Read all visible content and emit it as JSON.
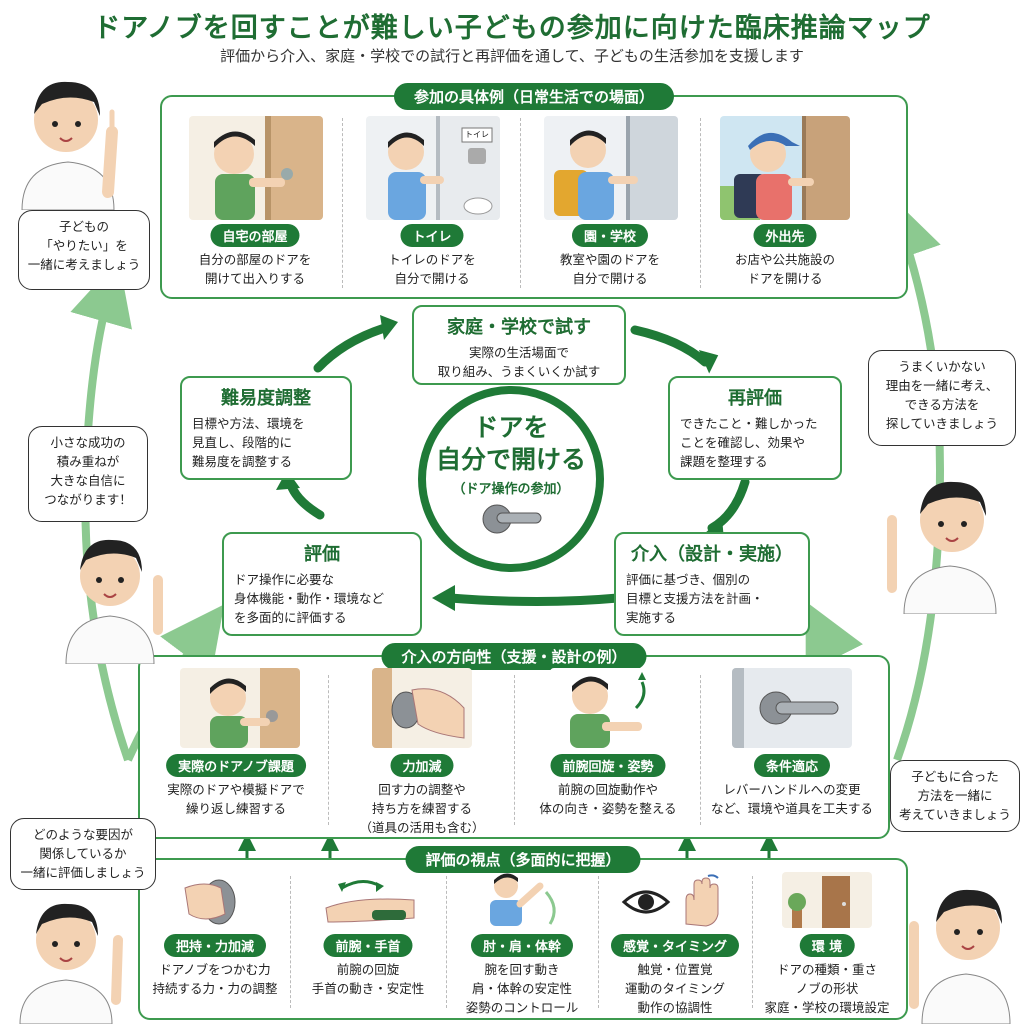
{
  "header": {
    "title": "ドアノブを回すことが難しい子どもの参加に向けた臨床推論マップ",
    "subtitle": "評価から介入、家庭・学校での試行と再評価を通して、子どもの生活参加を支援します"
  },
  "participation": {
    "title": "参加の具体例（日常生活での場面）",
    "items": [
      {
        "label": "自宅の部屋",
        "desc1": "自分の部屋のドアを",
        "desc2": "開けて出入りする"
      },
      {
        "label": "トイレ",
        "desc1": "トイレのドアを",
        "desc2": "自分で開ける",
        "sign": "トイレ"
      },
      {
        "label": "園・学校",
        "desc1": "教室や園のドアを",
        "desc2": "自分で開ける"
      },
      {
        "label": "外出先",
        "desc1": "お店や公共施設の",
        "desc2": "ドアを開ける"
      }
    ]
  },
  "cycle": {
    "center1": "ドアを",
    "center2": "自分で開ける",
    "center3": "（ドア操作の参加）",
    "trial": {
      "title": "家庭・学校で試す",
      "d1": "実際の生活場面で",
      "d2": "取り組み、うまくいくか試す"
    },
    "reeval": {
      "title": "再評価",
      "d1": "できたこと・難しかった",
      "d2": "ことを確認し、効果や",
      "d3": "課題を整理する"
    },
    "intervention": {
      "title": "介入（設計・実施）",
      "d1": "評価に基づき、個別の",
      "d2": "目標と支援方法を計画・",
      "d3": "実施する"
    },
    "evaluation": {
      "title": "評価",
      "d1": "ドア操作に必要な",
      "d2": "身体機能・動作・環境など",
      "d3": "を多面的に評価する"
    },
    "difficulty": {
      "title": "難易度調整",
      "d1": "目標や方法、環境を",
      "d2": "見直し、段階的に",
      "d3": "難易度を調整する"
    }
  },
  "direction": {
    "title": "介入の方向性（支援・設計の例）",
    "items": [
      {
        "label": "実際のドアノブ課題",
        "d1": "実際のドアや模擬ドアで",
        "d2": "繰り返し練習する",
        "d3": ""
      },
      {
        "label": "力加減",
        "d1": "回す力の調整や",
        "d2": "持ち方を練習する",
        "d3": "（道具の活用も含む）"
      },
      {
        "label": "前腕回旋・姿勢",
        "d1": "前腕の回旋動作や",
        "d2": "体の向き・姿勢を整える",
        "d3": ""
      },
      {
        "label": "条件適応",
        "d1": "レバーハンドルへの変更",
        "d2": "など、環境や道具を工夫する",
        "d3": ""
      }
    ]
  },
  "viewpoints": {
    "title": "評価の視点（多面的に把握）",
    "items": [
      {
        "label": "把持・力加減",
        "d1": "ドアノブをつかむ力",
        "d2": "持続する力・力の調整",
        "d3": ""
      },
      {
        "label": "前腕・手首",
        "d1": "前腕の回旋",
        "d2": "手首の動き・安定性",
        "d3": ""
      },
      {
        "label": "肘・肩・体幹",
        "d1": "腕を回す動き",
        "d2": "肩・体幹の安定性",
        "d3": "姿勢のコントロール"
      },
      {
        "label": "感覚・タイミング",
        "d1": "触覚・位置覚",
        "d2": "運動のタイミング",
        "d3": "動作の協調性"
      },
      {
        "label": "環 境",
        "d1": "ドアの種類・重さ",
        "d2": "ノブの形状",
        "d3": "家庭・学校の環境設定"
      }
    ]
  },
  "bubbles": {
    "b1": [
      "子どもの",
      "「やりたい」を",
      "一緒に考えましょう"
    ],
    "b2": [
      "小さな成功の",
      "積み重ねが",
      "大きな自信に",
      "つながります！"
    ],
    "b3": [
      "うまくいかない",
      "理由を一緒に考え、",
      "できる方法を",
      "探していきましょう"
    ],
    "b4": [
      "どのような要因が",
      "関係しているか",
      "一緒に評価しましょう"
    ],
    "b5": [
      "子どもに合った",
      "方法を一緒に",
      "考えていきましょう"
    ]
  },
  "colors": {
    "primary": "#1f7a37",
    "border": "#3d9a4f",
    "arrow": "#8cc990",
    "title": "#1f6d33"
  }
}
